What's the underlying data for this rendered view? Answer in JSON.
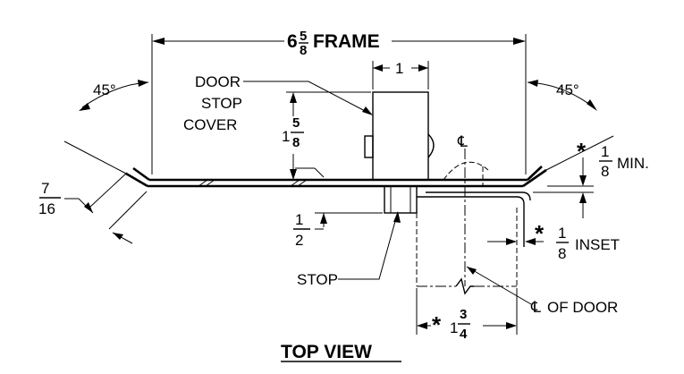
{
  "title": "TOP VIEW",
  "dimensions": {
    "frame": {
      "whole": "6",
      "num": "5",
      "den": "8",
      "label": "FRAME"
    },
    "stop_cover_width": "1",
    "stop_cover_depth": {
      "whole": "1",
      "num": "5",
      "den": "8"
    },
    "stop_depth": {
      "num": "1",
      "den": "2"
    },
    "edge_offset": {
      "num": "7",
      "den": "16"
    },
    "min_clearance": {
      "mark": "*",
      "num": "1",
      "den": "8",
      "label": "MIN."
    },
    "inset": {
      "mark": "*",
      "num": "1",
      "den": "8",
      "label": "INSET"
    },
    "door_offset": {
      "mark": "*",
      "whole": "1",
      "num": "3",
      "den": "4"
    }
  },
  "angles": {
    "left": "45°",
    "right": "45°"
  },
  "labels": {
    "door_stop_cover": [
      "DOOR",
      "STOP",
      "COVER"
    ],
    "stop": "STOP",
    "centerline_symbol": "℄",
    "centerline_of_door": "OF DOOR"
  }
}
